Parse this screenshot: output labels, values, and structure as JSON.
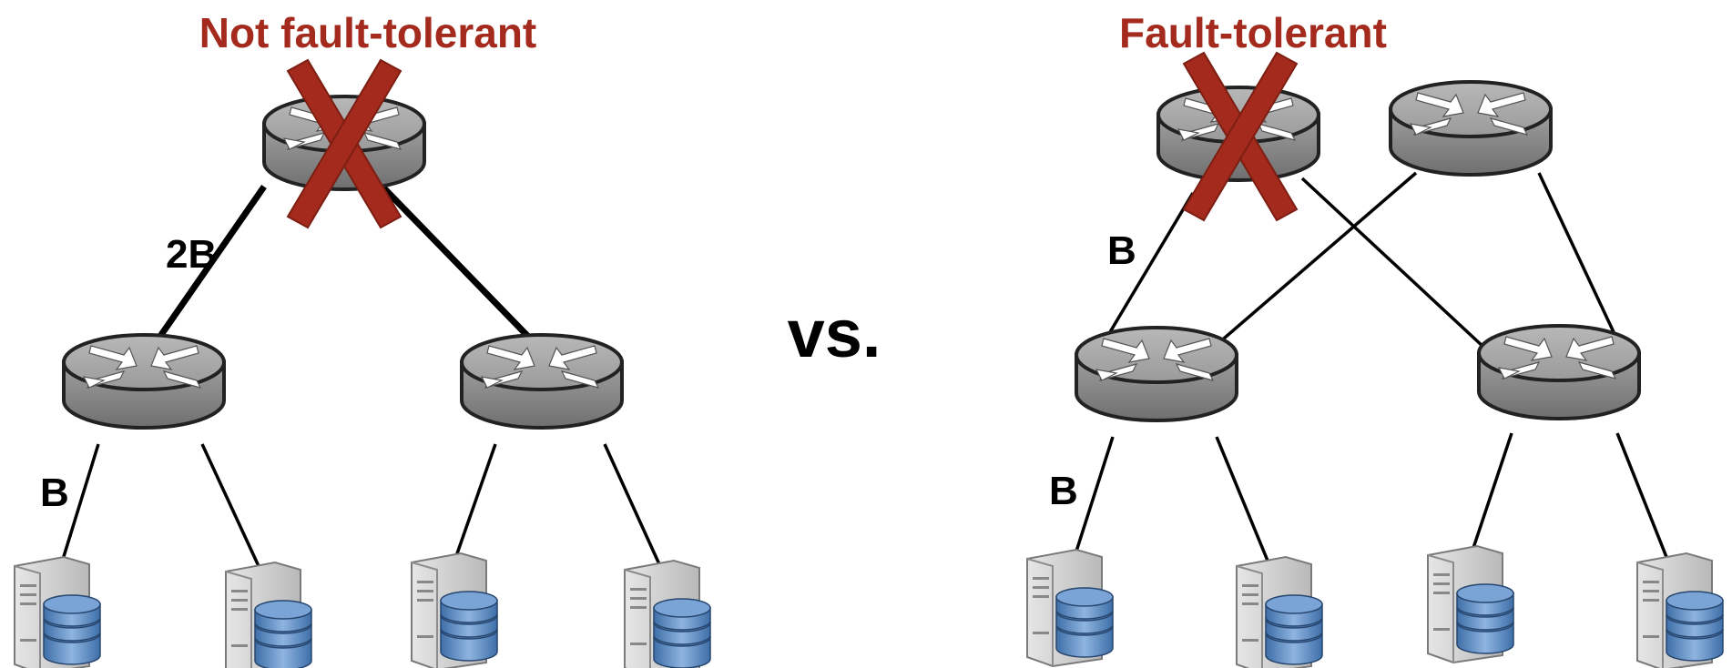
{
  "left": {
    "title": "Not fault-tolerant",
    "uplink_label": "2B",
    "downlink_label": "B"
  },
  "center": {
    "vs_label": "vs."
  },
  "right": {
    "title": "Fault-tolerant",
    "uplink_label": "B",
    "downlink_label": "B"
  },
  "colors": {
    "title": "#a32a1c",
    "failure_cross": "#a32a1c",
    "router_body": "#8a8a8a",
    "router_top": "#a3a3a3",
    "link": "#000000"
  }
}
